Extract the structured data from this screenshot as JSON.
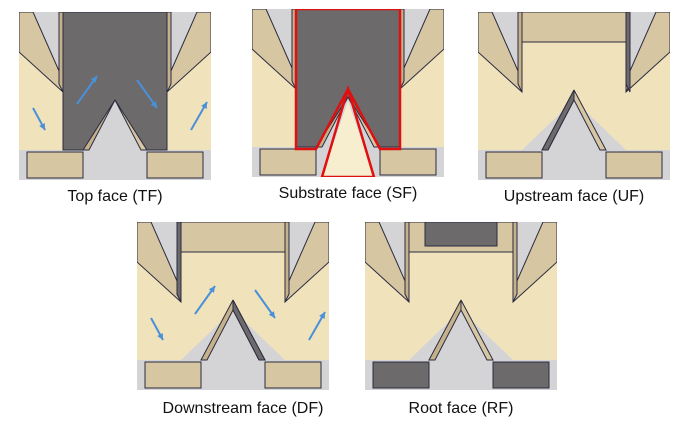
{
  "figure": {
    "panels": [
      {
        "id": "tf",
        "caption": "Top face (TF)",
        "highlight": "top",
        "arrows": true
      },
      {
        "id": "sf",
        "caption": "Substrate face (SF)",
        "highlight": "substrate",
        "arrows": false
      },
      {
        "id": "uf",
        "caption": "Upstream face (UF)",
        "highlight": "upstream",
        "arrows": false
      },
      {
        "id": "df",
        "caption": "Downstream face (DF)",
        "highlight": "downstream",
        "arrows": true
      },
      {
        "id": "rf",
        "caption": "Root face (RF)",
        "highlight": "root",
        "arrows": false
      }
    ]
  },
  "colors": {
    "cream": "#f0e3bb",
    "cream_light": "#f7edcf",
    "tan": "#d6c6a2",
    "tan_dark": "#c5b28b",
    "gray_bg": "#d4d4d6",
    "gray_face": "#6c6a6b",
    "highlight_red": "#e01010",
    "arrow_blue": "#4a90d9",
    "edge": "#2b2b40",
    "orange_edge": "#e2a25a"
  }
}
